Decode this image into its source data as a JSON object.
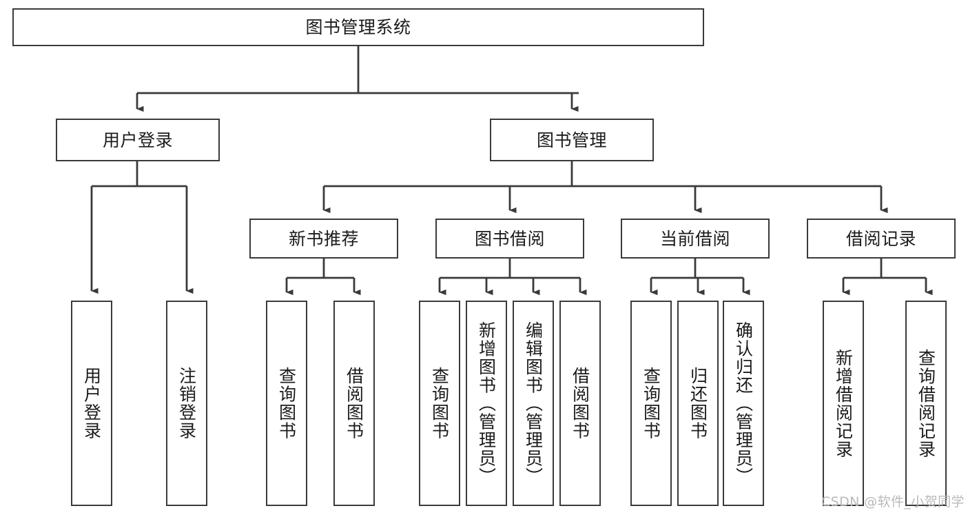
{
  "diagram": {
    "title": "图书管理系统",
    "watermark": "CSDN @软件_小贺同学",
    "colors": {
      "box_border": "#3a3a3a",
      "box_fill": "#ffffff",
      "edge": "#3a3a3a",
      "text": "#1b1b1b",
      "watermark": "#b9b9b9",
      "background": "#ffffff"
    },
    "nodes": {
      "root": {
        "label": "图书管理系统"
      },
      "level2": [
        {
          "label": "用户登录"
        },
        {
          "label": "图书管理"
        }
      ],
      "level3": [
        {
          "label": "新书推荐"
        },
        {
          "label": "图书借阅"
        },
        {
          "label": "当前借阅"
        },
        {
          "label": "借阅记录"
        }
      ],
      "leaves_user_login": [
        {
          "label": "用户登录"
        },
        {
          "label": "注销登录"
        }
      ],
      "leaves_new_book": [
        {
          "label": "查询图书"
        },
        {
          "label": "借阅图书"
        }
      ],
      "leaves_borrow": [
        {
          "label": "查询图书"
        },
        {
          "label": "新增图书（管理员）"
        },
        {
          "label": "编辑图书（管理员）"
        },
        {
          "label": "借阅图书"
        }
      ],
      "leaves_current": [
        {
          "label": "查询图书"
        },
        {
          "label": "归还图书"
        },
        {
          "label": "确认归还（管理员）"
        }
      ],
      "leaves_records": [
        {
          "label": "新增借阅记录"
        },
        {
          "label": "查询借阅记录"
        }
      ]
    }
  }
}
